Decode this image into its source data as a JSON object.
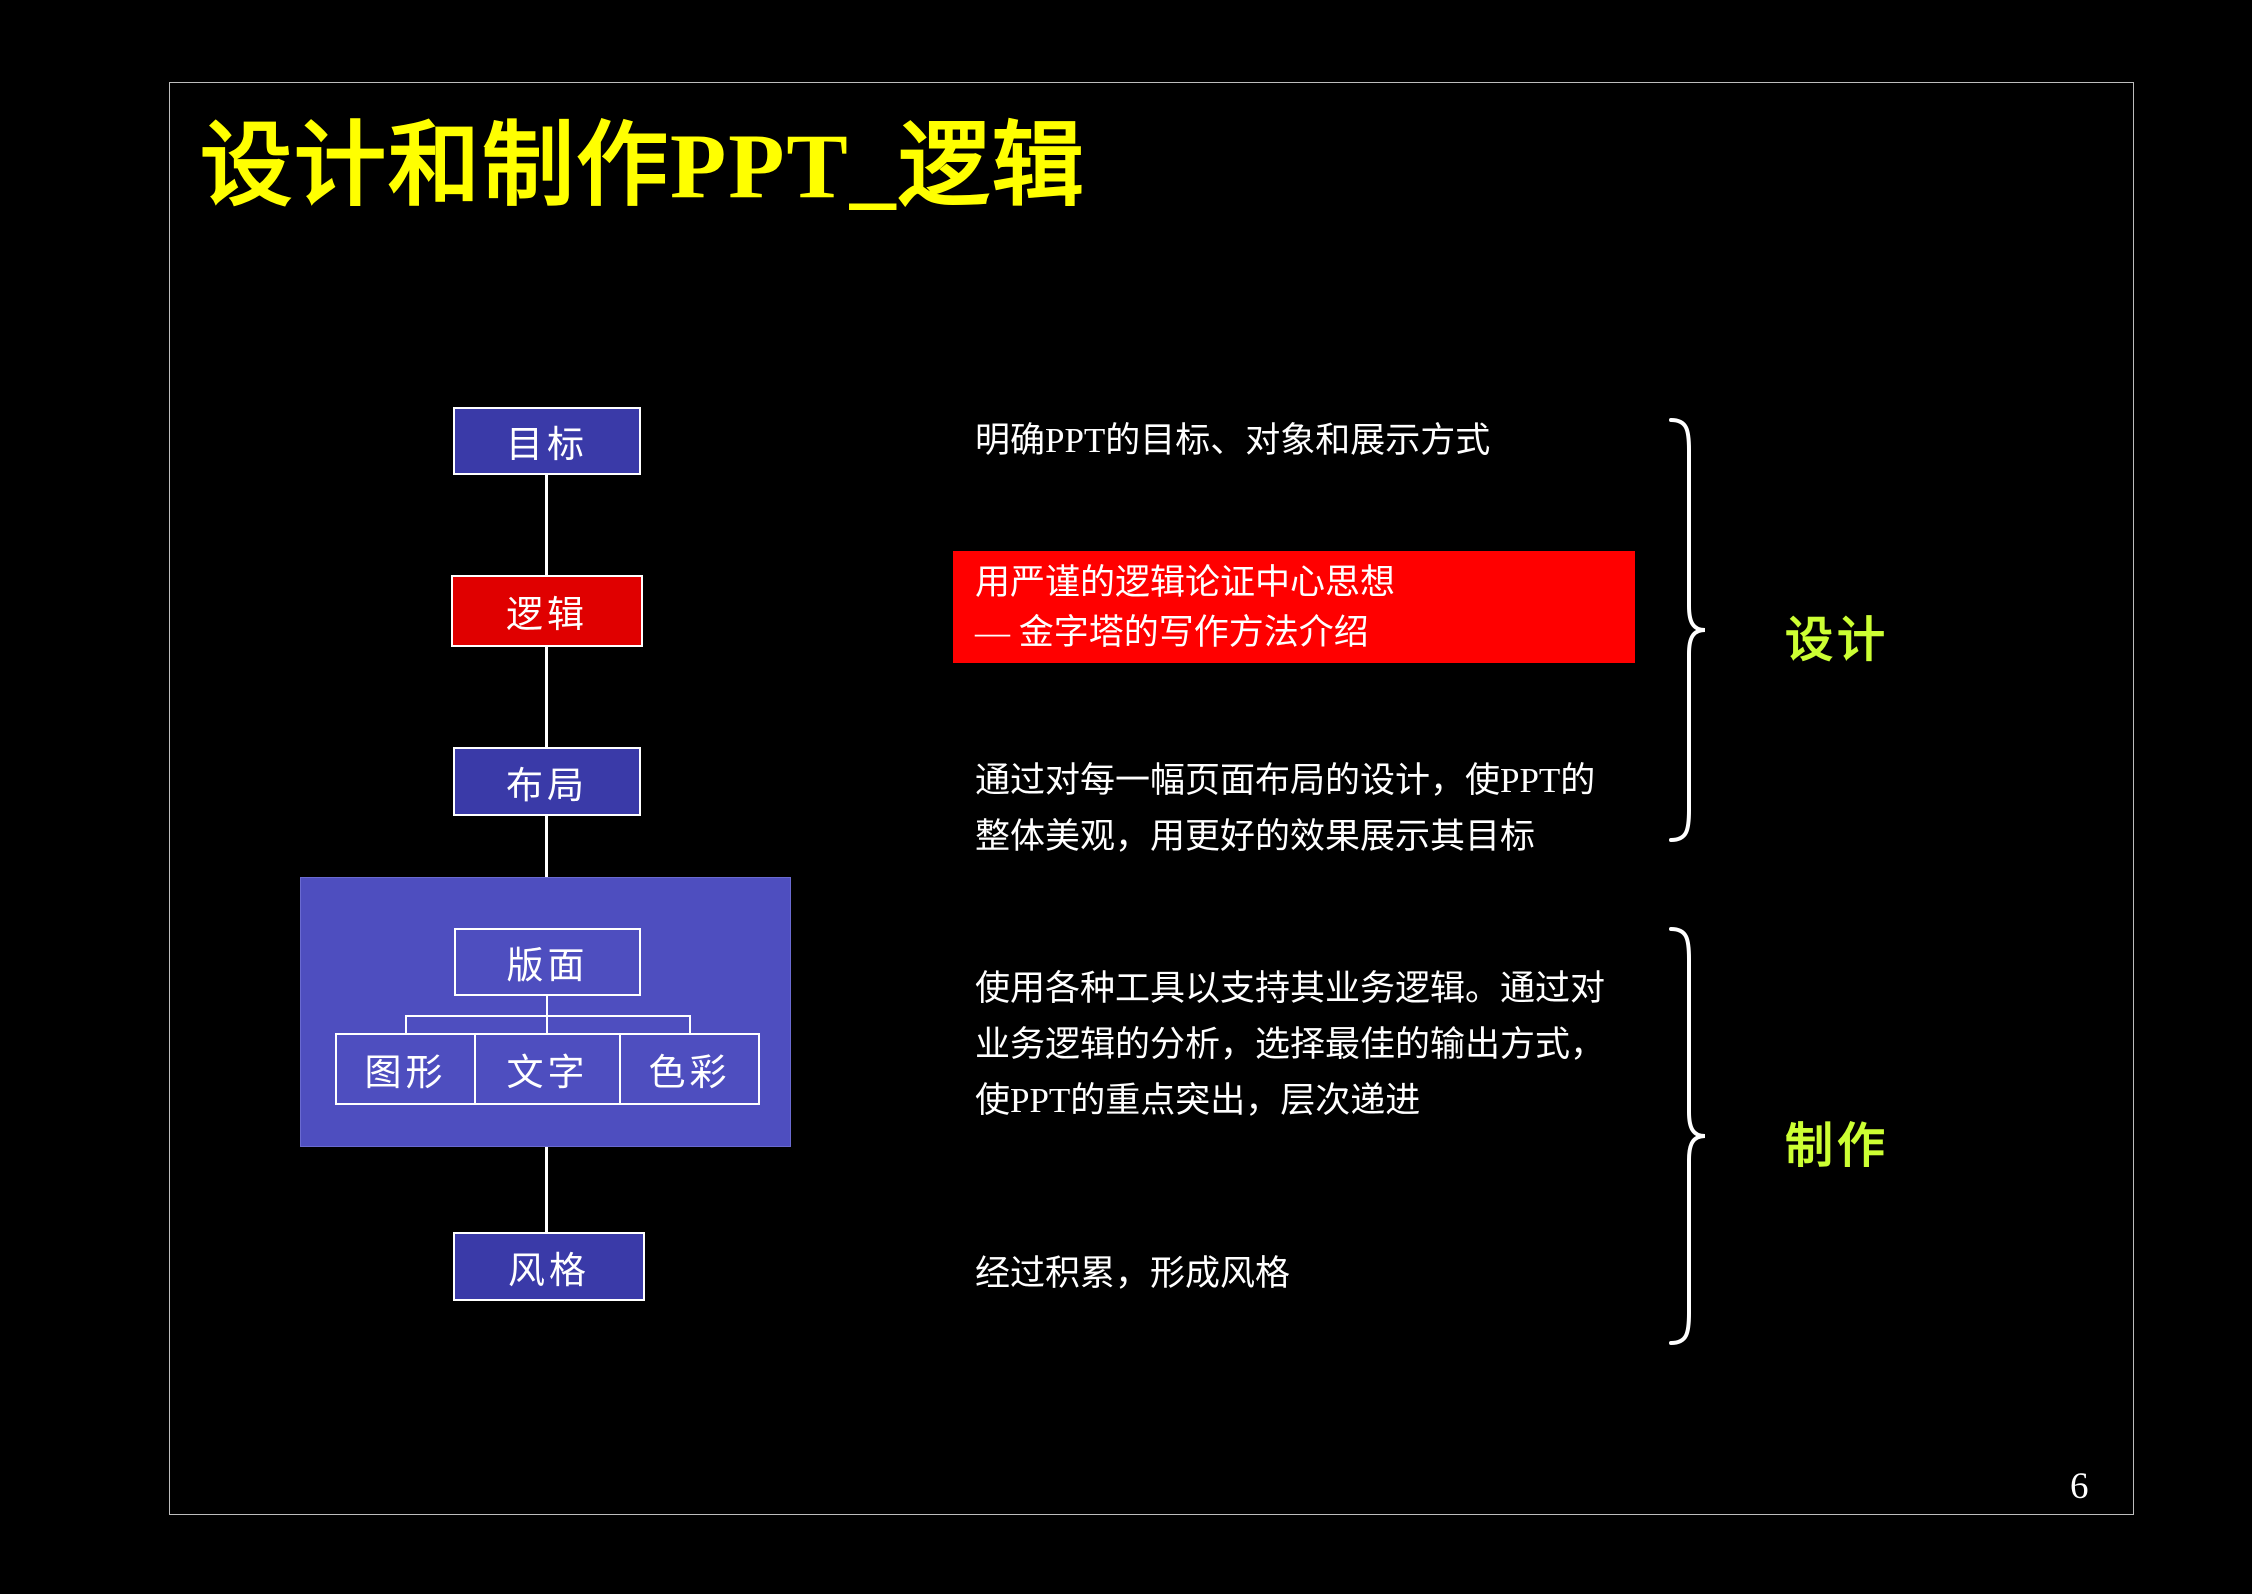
{
  "slide": {
    "title": "设计和制作PPT_逻辑",
    "page_number": "6"
  },
  "flowchart": {
    "nodes": [
      {
        "id": "goal",
        "label": "目标"
      },
      {
        "id": "logic",
        "label": "逻辑"
      },
      {
        "id": "layout",
        "label": "布局"
      },
      {
        "id": "style",
        "label": "风格"
      }
    ],
    "group": {
      "parent_label": "版面",
      "children": [
        "图形",
        "文字",
        "色彩"
      ]
    }
  },
  "annotations": {
    "goal": "明确PPT的目标、对象和展示方式",
    "logic_lines": [
      "用严谨的逻辑论证中心思想",
      "— 金字塔的写作方法介绍"
    ],
    "layout_lines": [
      "通过对每一幅页面布局的设计，使PPT的",
      "整体美观，用更好的效果展示其目标"
    ],
    "panel_lines": [
      "使用各种工具以支持其业务逻辑。通过对",
      "业务逻辑的分析，选择最佳的输出方式，",
      "使PPT的重点突出，层次递进"
    ],
    "style": "经过积累，形成风格"
  },
  "phases": {
    "design": "设计",
    "production": "制作"
  },
  "colors": {
    "background": "#000000",
    "title": "#FFFF00",
    "node_blue": "#3A3AA8",
    "node_red": "#E00000",
    "group_blue": "#4E4EBF",
    "highlight_red": "#FF0000",
    "phase_label": "#CCFF33",
    "text": "#FFFFFF"
  }
}
